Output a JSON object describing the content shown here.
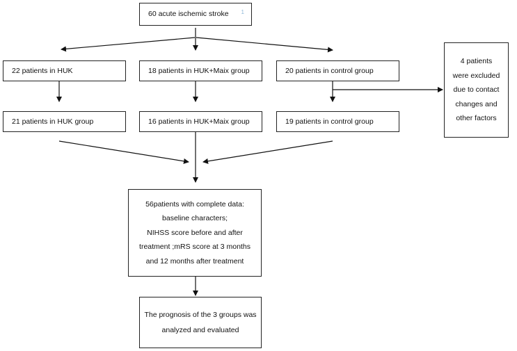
{
  "nodes": {
    "top": "60 acute ischemic stroke",
    "top_mark": "1",
    "huk1": "22 patients in HUK",
    "maix1": "18 patients in HUK+Maix group",
    "ctrl1": "20 patients in control group",
    "excluded": [
      "4 patients",
      "were excluded",
      "due to contact",
      "changes and",
      "other factors"
    ],
    "huk2": "21 patients in HUK group",
    "maix2": "16 patients in HUK+Maix group",
    "ctrl2": "19 patients in control group",
    "complete": [
      "56patients with complete data:",
      "baseline characters;",
      "NIHSS score before and after",
      "treatment ;mRS score at 3 months",
      "and 12 months after treatment"
    ],
    "prognosis": [
      "The prognosis of the 3 groups was",
      "analyzed and evaluated"
    ]
  }
}
